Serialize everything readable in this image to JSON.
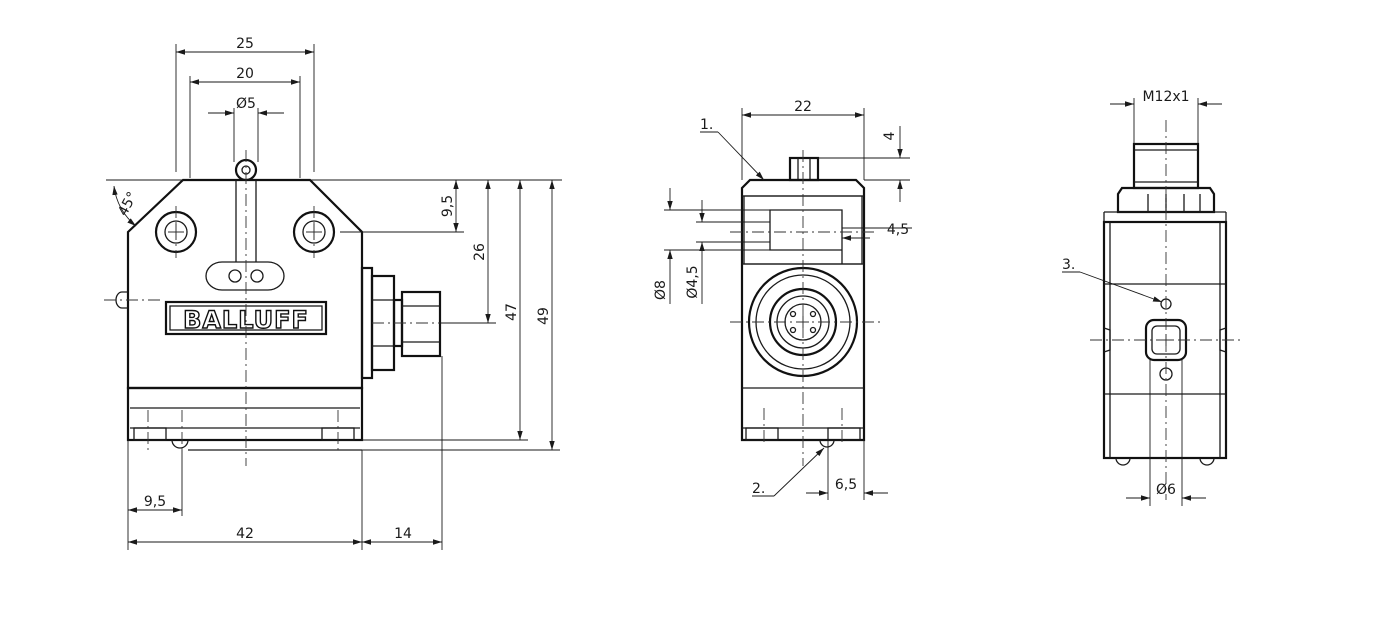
{
  "brand": {
    "logo": "BALLUFF"
  },
  "front_view": {
    "dims": {
      "d25": "25",
      "d20": "20",
      "d5": "Ø5",
      "d45": "45°",
      "d9_5v": "9,5",
      "d26": "26",
      "d47": "47",
      "d49": "49",
      "d9_5h": "9,5",
      "d42": "42",
      "d14": "14"
    }
  },
  "side_view": {
    "dims": {
      "d22": "22",
      "d4": "4",
      "d4_5": "4,5",
      "d8": "Ø8",
      "d4_5dia": "Ø4,5",
      "d6_5": "6,5"
    },
    "callouts": {
      "c1": "1.",
      "c2": "2."
    }
  },
  "end_view": {
    "dims": {
      "thread": "M12x1",
      "d6": "Ø6"
    },
    "callouts": {
      "c3": "3."
    }
  }
}
